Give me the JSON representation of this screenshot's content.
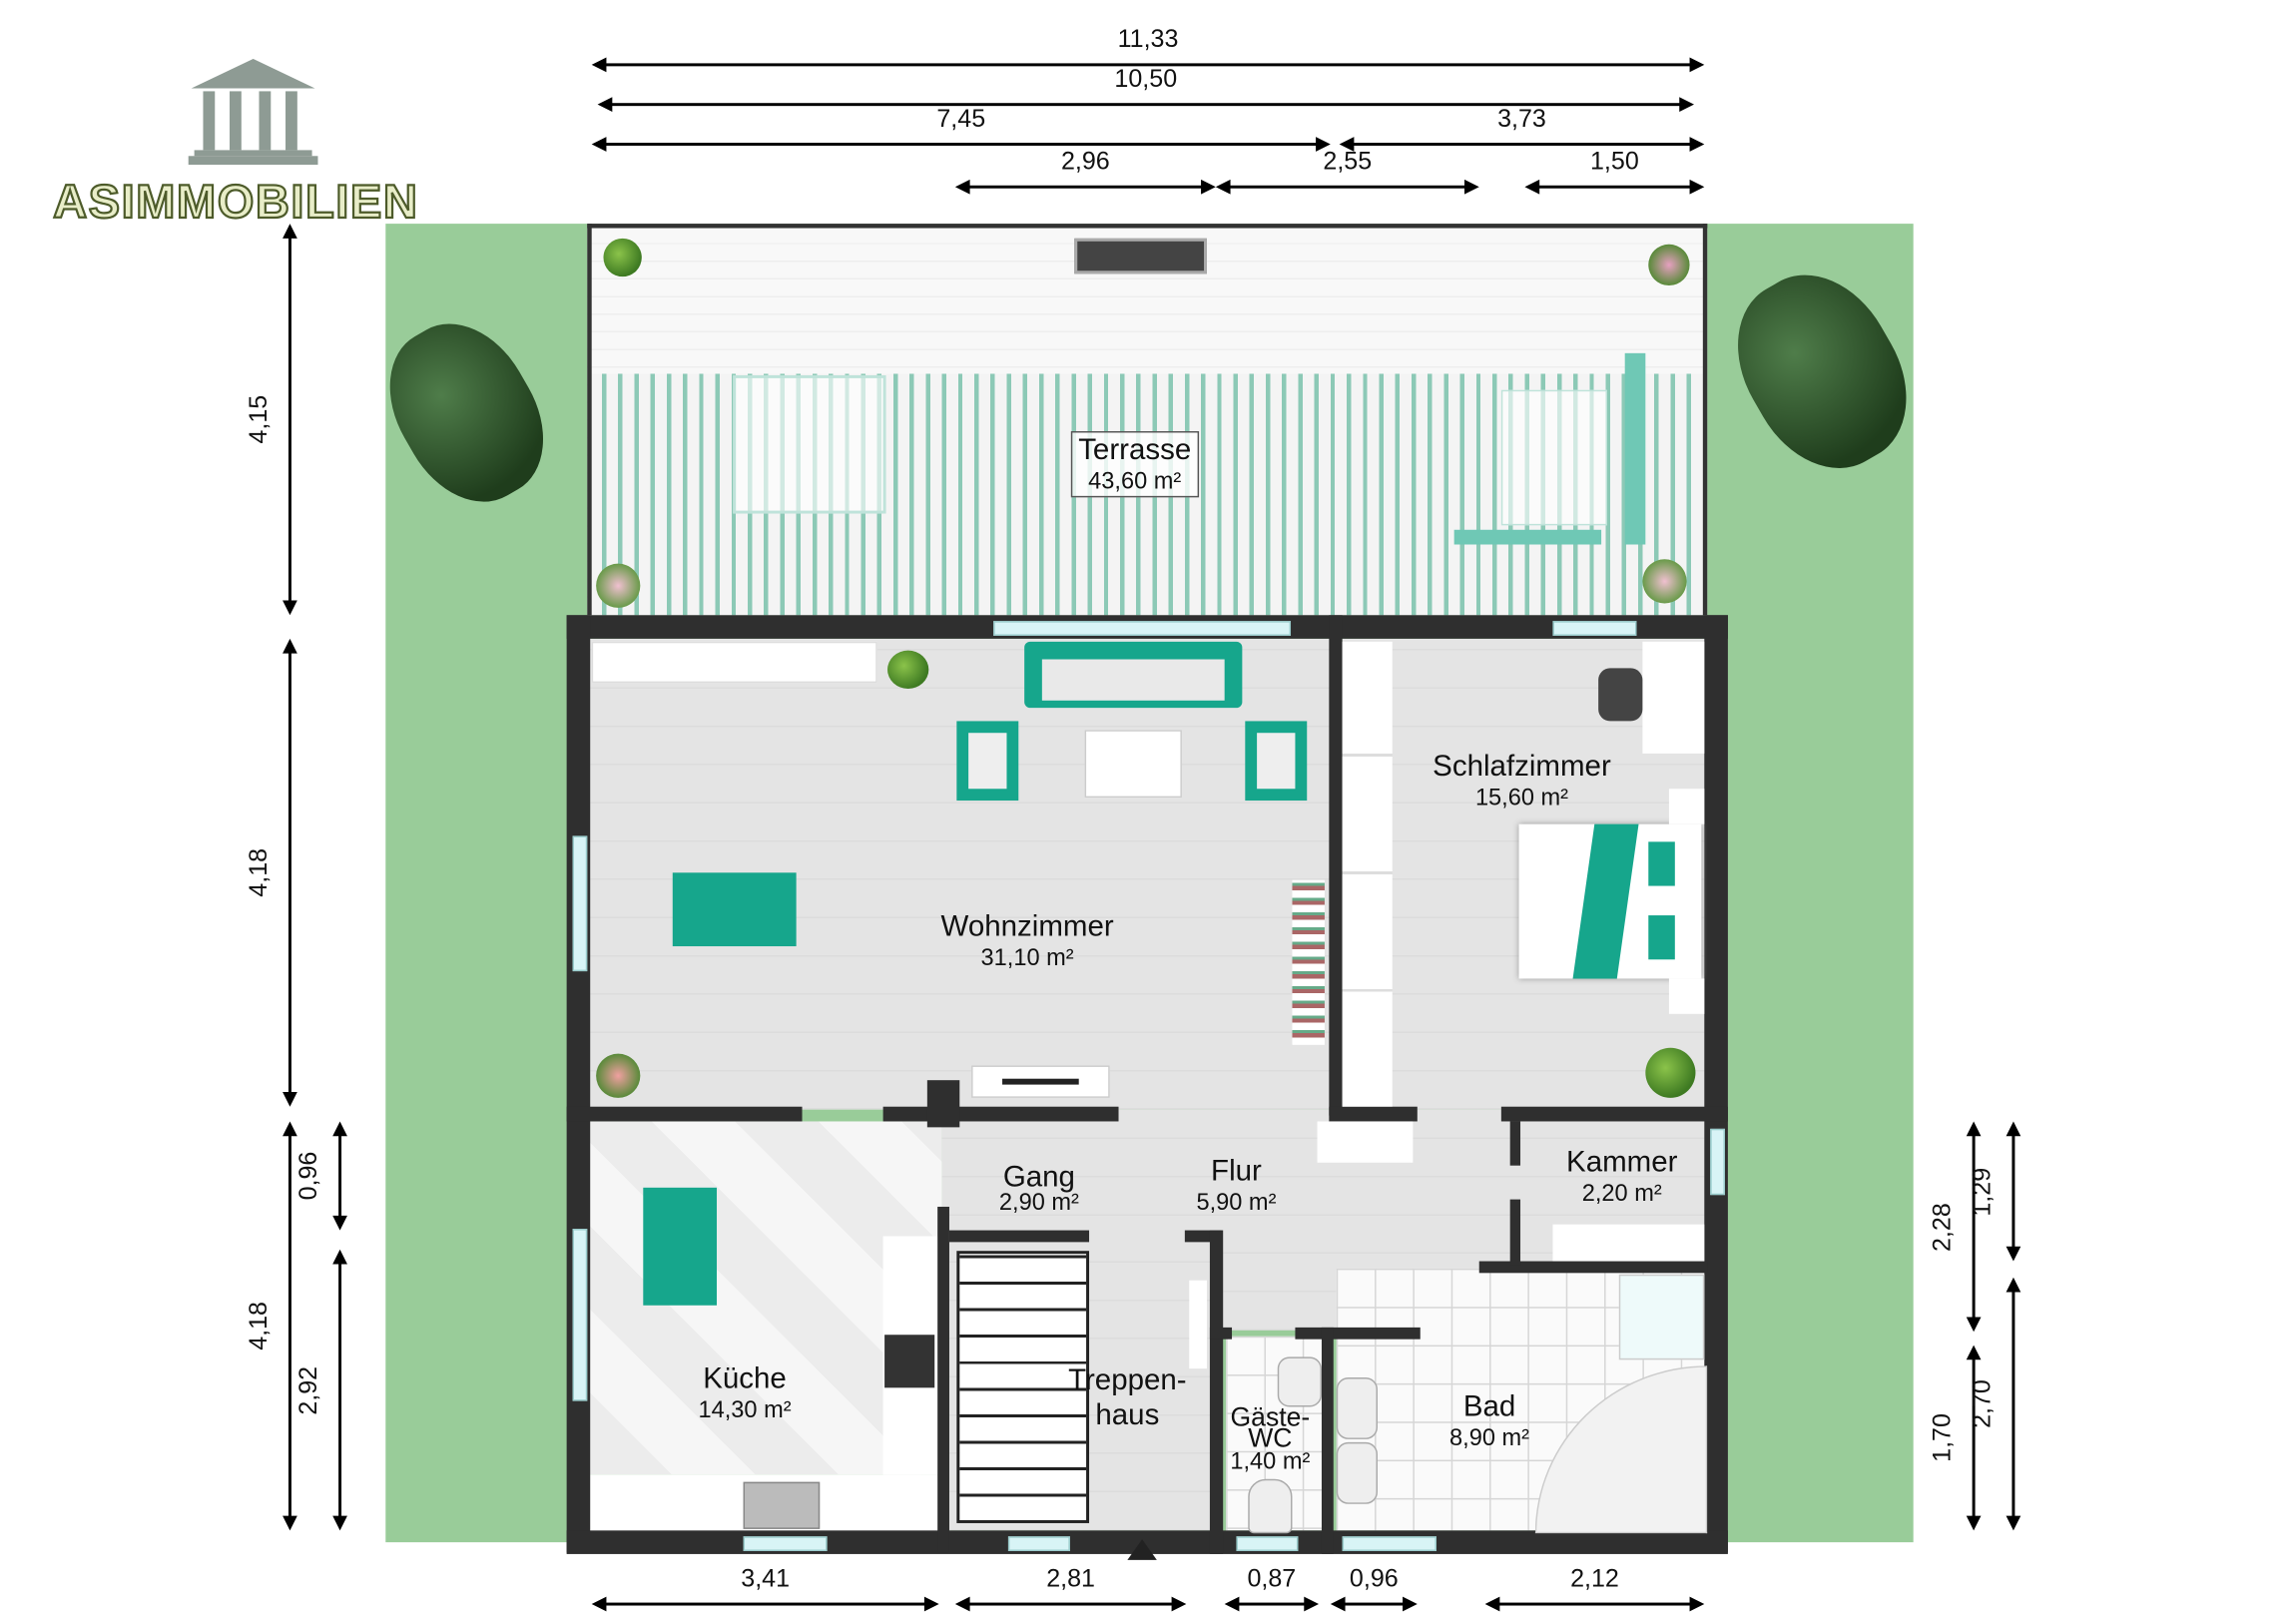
{
  "logo": {
    "text": "ASIMMOBILIEN",
    "color": "#5b6b3a",
    "icon": "temple-icon"
  },
  "colors": {
    "lawn": "#99cc99",
    "wall": "#2f2f2f",
    "accent": "#16a68c"
  },
  "rooms": {
    "terrasse": {
      "name": "Terrasse",
      "area": "43,60 m²"
    },
    "wohnzimmer": {
      "name": "Wohnzimmer",
      "area": "31,10 m²"
    },
    "schlafzimmer": {
      "name": "Schlafzimmer",
      "area": "15,60 m²"
    },
    "kammer": {
      "name": "Kammer",
      "area": "2,20 m²"
    },
    "flur": {
      "name": "Flur",
      "area": "5,90 m²"
    },
    "gang": {
      "name": "Gang",
      "area": "2,90 m²"
    },
    "kueche": {
      "name": "Küche",
      "area": "14,30 m²"
    },
    "treppenhaus": {
      "name1": "Treppen-",
      "name2": "haus"
    },
    "gaeste_wc": {
      "name1": "Gäste-",
      "name2": "WC",
      "area": "1,40 m²"
    },
    "bad": {
      "name": "Bad",
      "area": "8,90 m²"
    }
  },
  "dimensions": {
    "top": [
      "11,33",
      "10,50",
      "7,45",
      "3,73",
      "2,96",
      "2,55",
      "1,50"
    ],
    "left": [
      "4,15",
      "4,18",
      "4,18",
      "0,96",
      "2,92"
    ],
    "right": [
      "2,28",
      "1,70",
      "1,29",
      "2,70"
    ],
    "bottom": [
      "3,41",
      "2,81",
      "0,87",
      "0,96",
      "2,12"
    ]
  }
}
